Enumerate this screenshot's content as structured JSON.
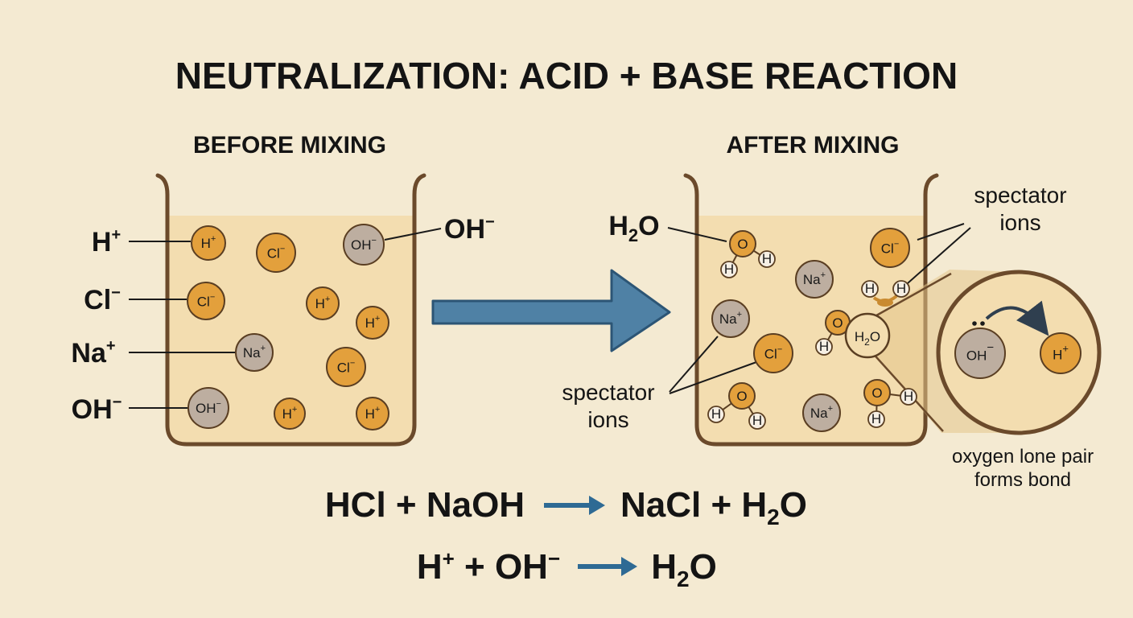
{
  "title": "NEUTRALIZATION: ACID + BASE REACTION",
  "before": {
    "heading": "BEFORE MIXING",
    "labels": [
      {
        "base": "H",
        "sup": "+"
      },
      {
        "base": "Cl",
        "sup": "−"
      },
      {
        "base": "Na",
        "sup": "+"
      },
      {
        "base": "OH",
        "sup": "−"
      }
    ],
    "outer_label": {
      "base": "OH",
      "sup": "−"
    }
  },
  "after": {
    "heading": "AFTER MIXING",
    "water_label": {
      "base": "H",
      "sub": "2",
      "tail": "O"
    },
    "spectator_top": [
      "spectator",
      "ions"
    ],
    "spectator_bottom": [
      "spectator",
      "ions"
    ],
    "zoom_water": {
      "base": "H",
      "sub": "2",
      "tail": "O"
    },
    "zoom_ions": {
      "oh": {
        "base": "OH",
        "sup": "−"
      },
      "h": {
        "base": "H",
        "sup": "+"
      }
    },
    "zoom_caption": [
      "oxygen lone pair",
      "forms bond"
    ]
  },
  "ions": {
    "h": {
      "base": "H",
      "sup": "+"
    },
    "cl": {
      "base": "Cl",
      "sup": "−"
    },
    "na": {
      "base": "Na",
      "sup": "+"
    },
    "oh": {
      "base": "OH",
      "sup": "−"
    },
    "o": "O",
    "hatom": "H"
  },
  "equations": {
    "molecular": {
      "left": "HCl + NaOH",
      "right_base": "NaCl + H",
      "right_sub": "2",
      "right_tail": "O"
    },
    "ionic": {
      "h": "H",
      "h_sup": "+",
      "plus": " + OH",
      "oh_sup": "−",
      "right_base": "H",
      "right_sub": "2",
      "right_tail": "O"
    }
  },
  "colors": {
    "background": "#f4ead2",
    "liquid": "#f3ddb0",
    "beaker_outline": "#6b4a2b",
    "arrow": "#4f81a5",
    "ion_orange": "#e3a03c",
    "ion_gray": "#bdaea0",
    "hydrogen_atom": "#f6efe4"
  }
}
